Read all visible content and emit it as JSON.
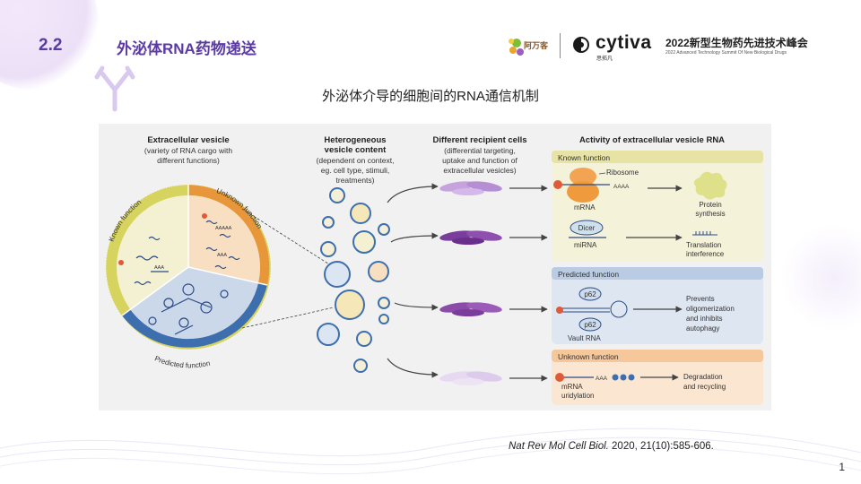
{
  "header": {
    "section_number": "2.2",
    "section_title": "外泌体RNA药物递送",
    "logo1_text": "阿万客",
    "cytiva_text": "cytiva",
    "cytiva_sub": "思拓凡",
    "summit_title": "2022新型生物药先进技术峰会",
    "summit_sub": "2022 Advanced Technology Summit Of New Biological Drugs"
  },
  "figure_title": "外泌体介导的细胞间的RNA通信机制",
  "figure": {
    "col1_title": "Extracellular vesicle",
    "col1_sub": [
      "(variety of RNA cargo with",
      "different functions)"
    ],
    "col2_title": [
      "Heterogeneous",
      "vesicle content"
    ],
    "col2_sub": [
      "(dependent on context,",
      "eg. cell type, stimuli,",
      "treatments)"
    ],
    "col3_title": "Different recipient cells",
    "col3_sub": [
      "(differential targeting,",
      "uptake and function of",
      "extracellular vesicles)"
    ],
    "col4_title": "Activity of extracellular vesicle RNA",
    "arc_known": "Known function",
    "arc_unknown": "Unknown function",
    "arc_predicted": "Predicted function",
    "known": {
      "header": "Known function",
      "ribosome": "Ribosome",
      "mrna": "mRNA",
      "aaaa": "AAAA",
      "protein": [
        "Protein",
        "synthesis"
      ],
      "dicer": "Dicer",
      "mirna": "miRNA",
      "translation": [
        "Translation",
        "interference"
      ]
    },
    "predicted": {
      "header": "Predicted function",
      "p62_top": "p62",
      "p62_bottom": "p62",
      "vault": "Vault RNA",
      "outcome": [
        "Prevents",
        "oligomerization",
        "and inhibits",
        "autophagy"
      ]
    },
    "unknown": {
      "header": "Unknown function",
      "aaa": "AAA",
      "mrna": "mRNA",
      "uridylation": "uridylation",
      "outcome": [
        "Degradation",
        "and recycling"
      ]
    },
    "ev_aaa": [
      "AAA",
      "AAAAA",
      "AAA"
    ]
  },
  "citation": {
    "journal": "Nat Rev Mol Cell Biol.",
    "details": " 2020, 21(10):585-606."
  },
  "page_number": "1",
  "colors": {
    "accent": "#5b3aa6",
    "known": "#d8d36a",
    "unknown": "#e8963a",
    "predicted": "#3d6fae"
  }
}
